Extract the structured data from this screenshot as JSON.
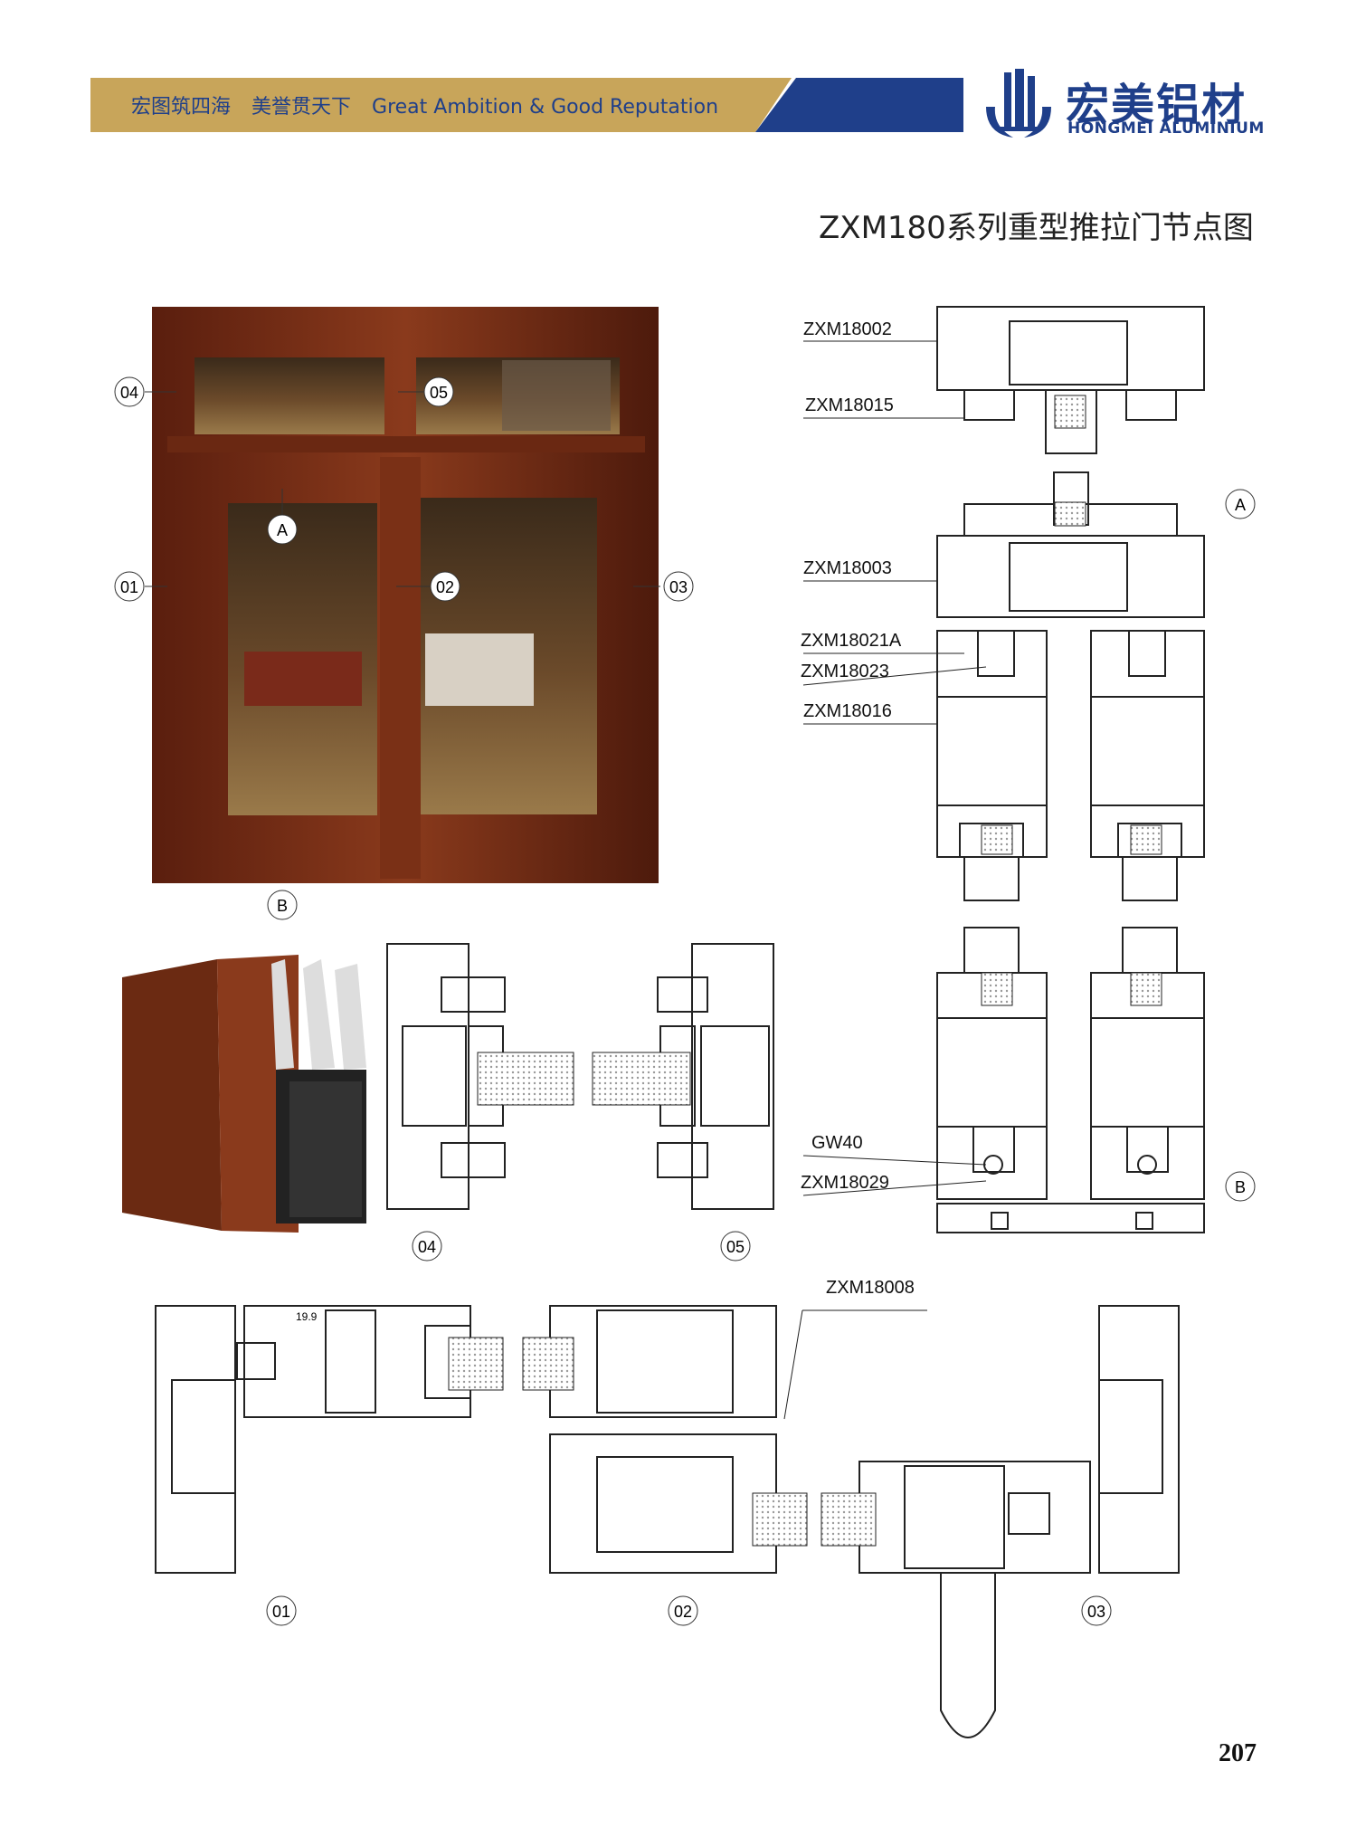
{
  "header": {
    "slogan_cn_1": "宏图筑四海",
    "slogan_cn_2": "美誉贯天下",
    "slogan_en": "Great Ambition & Good Reputation",
    "brand_cn": "宏美铝材",
    "brand_en": "HONGMEI ALUMINIUM",
    "colors": {
      "gold": "#c8a55a",
      "navy": "#1f3f8a"
    }
  },
  "title": "ZXM180系列重型推拉门节点图",
  "photo_markers": [
    "04",
    "05",
    "A",
    "01",
    "02",
    "03",
    "B"
  ],
  "vertical_section": {
    "part_labels": [
      "ZXM18002",
      "ZXM18015",
      "ZXM18003",
      "ZXM18021A",
      "ZXM18023",
      "ZXM18016",
      "GW40",
      "ZXM18029"
    ],
    "markers": [
      "A",
      "B"
    ]
  },
  "top_section": {
    "markers": [
      "04",
      "05"
    ]
  },
  "horizontal_section": {
    "part_label": "ZXM18008",
    "dimension": "19.9",
    "markers": [
      "01",
      "02",
      "03"
    ]
  },
  "page_number": "207"
}
